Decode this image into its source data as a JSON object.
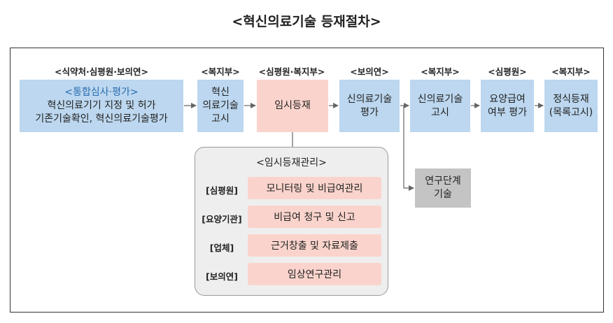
{
  "title": "<혁신의료기술 등재절차>",
  "steps": [
    {
      "org": "<식약처·심평원·보의연>",
      "sub": "<통합심사·평가>",
      "lines": [
        "혁신의료기기 지정 및 허가",
        "기존기술확인, 혁신의료기술평가"
      ],
      "color": "#bcd7ef"
    },
    {
      "org": "<복지부>",
      "lines": [
        "혁신",
        "의료기술",
        "고시"
      ],
      "color": "#bcd7ef"
    },
    {
      "org": "<심평원·복지부>",
      "lines": [
        "임시등재"
      ],
      "color": "#fad4cc"
    },
    {
      "org": "<보의연>",
      "lines": [
        "신의료기술",
        "평가"
      ],
      "color": "#bcd7ef"
    },
    {
      "org": "<복지부>",
      "lines": [
        "신의료기술",
        "고시"
      ],
      "color": "#bcd7ef"
    },
    {
      "org": "<심평원>",
      "lines": [
        "요양급여",
        "여부 평가"
      ],
      "color": "#bcd7ef"
    },
    {
      "org": "<복지부>",
      "lines": [
        "정식등재",
        "(목록고시)"
      ],
      "color": "#bcd7ef"
    }
  ],
  "research": {
    "lines": [
      "연구단계",
      "기술"
    ],
    "color": "#c4c4c4"
  },
  "management": {
    "title": "<임시등재관리>",
    "rows": [
      {
        "label": "[심평원]",
        "task": "모니터링 및 비급여관리"
      },
      {
        "label": "[요양기관]",
        "task": "비급여 청구 및 신고"
      },
      {
        "label": "[업체]",
        "task": "근거창출 및 자료제출"
      },
      {
        "label": "[보의연]",
        "task": "임상연구관리"
      }
    ]
  }
}
